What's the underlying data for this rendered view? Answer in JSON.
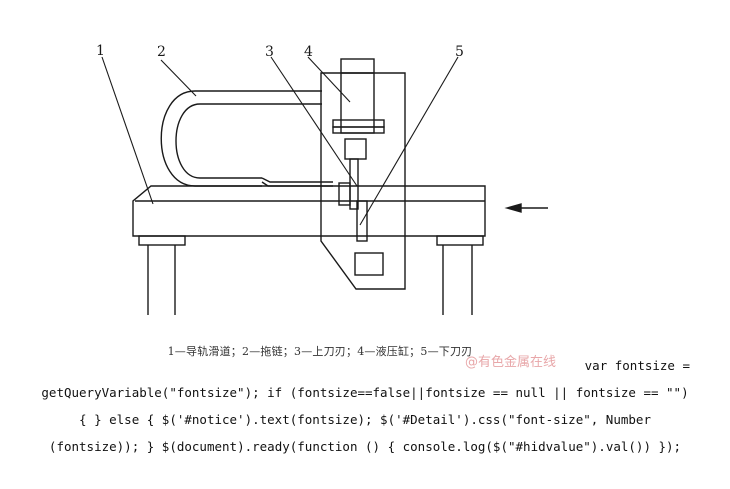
{
  "figure": {
    "part_numbers": [
      "1",
      "2",
      "3",
      "4",
      "5"
    ],
    "caption": "1—导轨滑道；2—拖链；3—上刀刃；4—液压缸；5—下刀刃"
  },
  "watermark": "@有色金属在线",
  "code_lines": [
    "var fontsize =",
    "getQueryVariable(\"fontsize\"); if (fontsize==false||fontsize == null || fontsize == \"\")",
    "{ } else { $('#notice').text(fontsize); $('#Detail').css(\"font-size\", Number",
    "(fontsize)); } $(document).ready(function () { console.log($(\"#hidvalue\").val()) });"
  ]
}
